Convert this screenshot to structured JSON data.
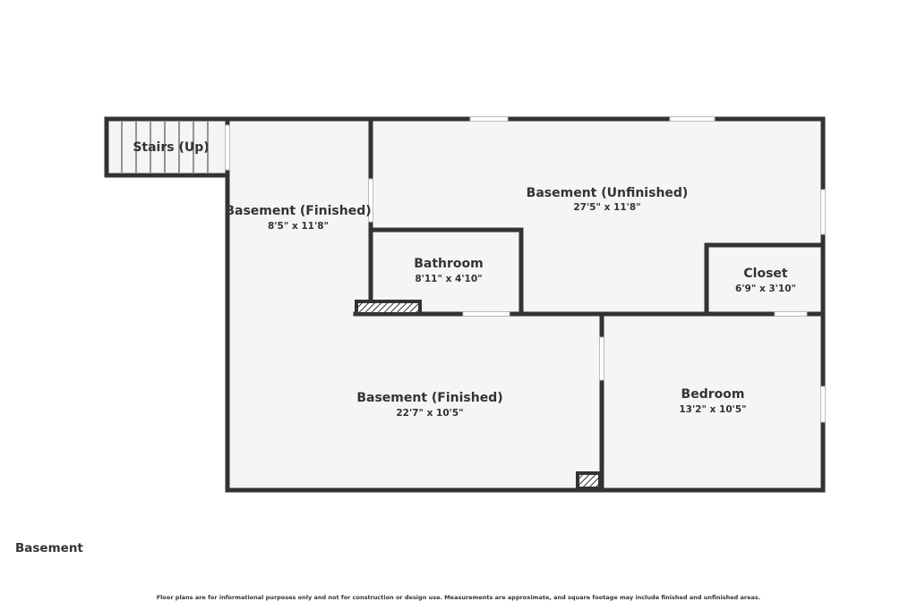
{
  "floor_label": "Basement",
  "disclaimer": "Floor plans are for informational purposes only and not for construction or design use. Measurements are approximate, and square footage may include finished and unfinished areas.",
  "rooms": {
    "stairs": {
      "name": "Stairs (Up)"
    },
    "basement_finished_upper": {
      "name": "Basement (Finished)",
      "dims": "8'5\" x 11'8\""
    },
    "basement_unfinished": {
      "name": "Basement (Unfinished)",
      "dims": "27'5\" x 11'8\""
    },
    "bathroom": {
      "name": "Bathroom",
      "dims": "8'11\" x 4'10\""
    },
    "closet": {
      "name": "Closet",
      "dims": "6'9\" x 3'10\""
    },
    "basement_finished_lower": {
      "name": "Basement (Finished)",
      "dims": "22'7\" x 10'5\""
    },
    "bedroom": {
      "name": "Bedroom",
      "dims": "13'2\" x 10'5\""
    }
  },
  "colors": {
    "wall": "#333333",
    "floor": "#f5f5f5",
    "background": "#ffffff"
  }
}
